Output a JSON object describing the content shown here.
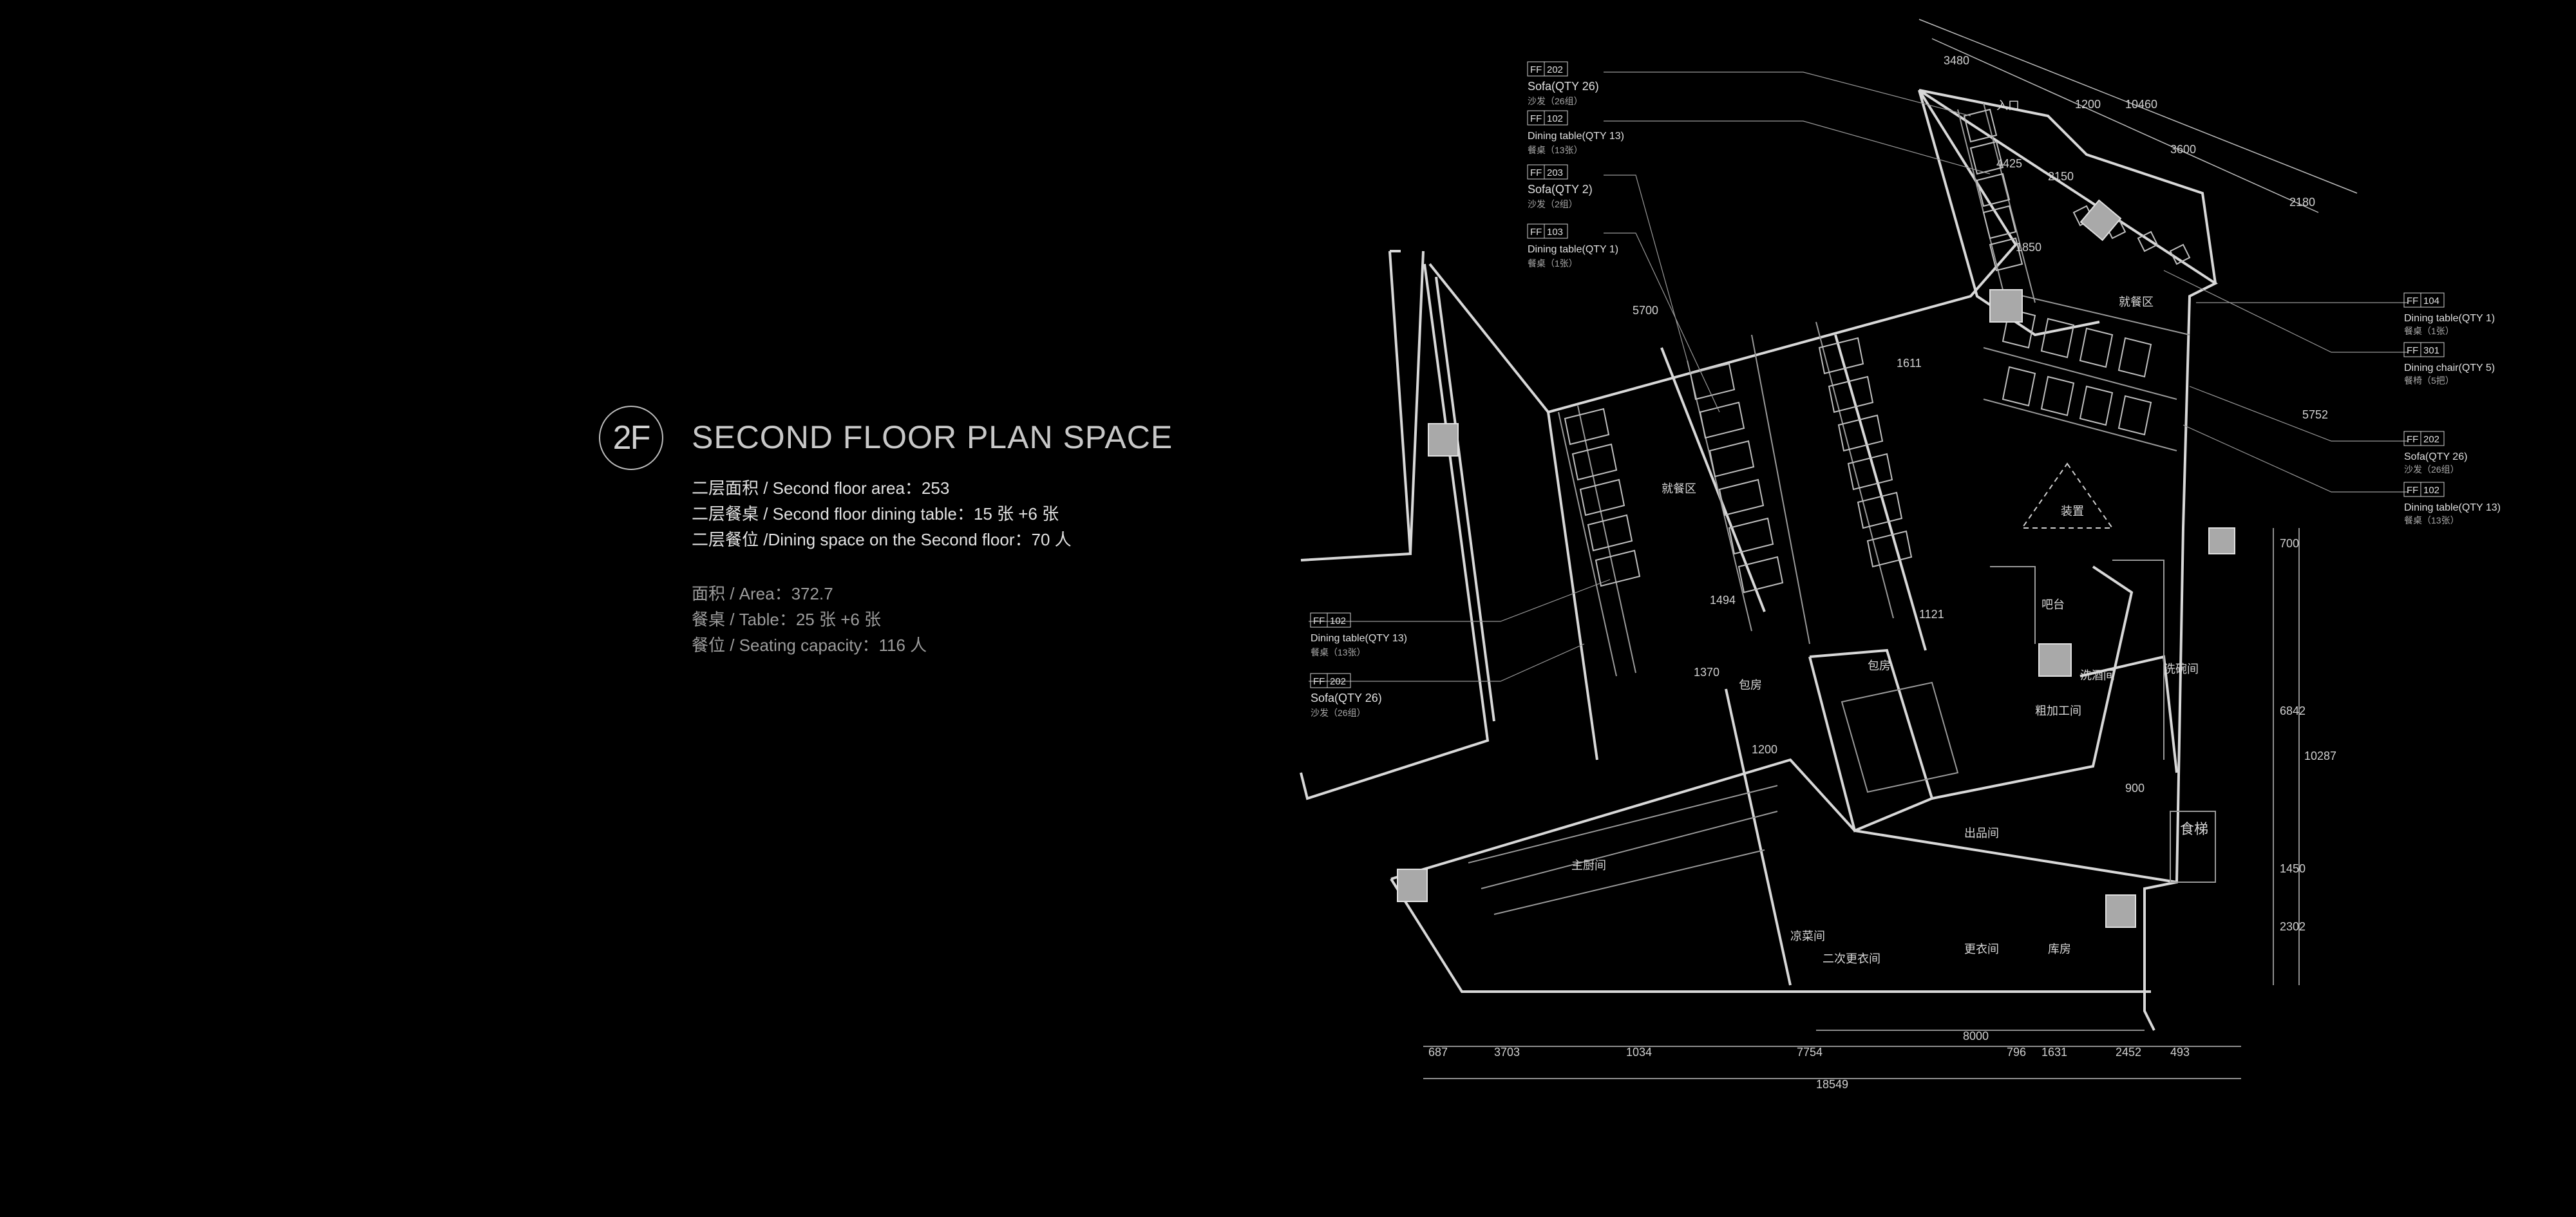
{
  "badge": "2F",
  "title": "SECOND FLOOR PLAN SPACE",
  "stats": [
    "二层面积 / Second floor area：253",
    "二层餐桌 / Second floor dining table：15 张 +6 张",
    "二层餐位 /Dining space on the Second floor：70 人"
  ],
  "totals": [
    "面积 / Area：372.7",
    "餐桌 / Table：25 张 +6 张",
    "餐位 / Seating capacity：116 人"
  ],
  "tags": [
    {
      "code": "FF",
      "num": "202",
      "en": "Sofa(QTY 26)",
      "cn": "沙发（26组）"
    },
    {
      "code": "FF",
      "num": "102",
      "en": "Dining table(QTY 13)",
      "cn": "餐桌（13张）"
    },
    {
      "code": "FF",
      "num": "203",
      "en": "Sofa(QTY 2)",
      "cn": "沙发（2组）"
    },
    {
      "code": "FF",
      "num": "103",
      "en": "Dining table(QTY 1)",
      "cn": "餐桌（1张）"
    },
    {
      "code": "FF",
      "num": "104",
      "en": "Dining table(QTY 1)",
      "cn": "餐桌（1张）"
    },
    {
      "code": "FF",
      "num": "301",
      "en": "Dining chair(QTY 5)",
      "cn": "餐椅（5把）"
    },
    {
      "code": "FF",
      "num": "202",
      "en": "Sofa(QTY 26)",
      "cn": "沙发（26组）"
    },
    {
      "code": "FF",
      "num": "102",
      "en": "Dining table(QTY 13)",
      "cn": "餐桌（13张）"
    },
    {
      "code": "FF",
      "num": "102",
      "en": "Dining table(QTY 13)",
      "cn": "餐桌（13张）"
    },
    {
      "code": "FF",
      "num": "202",
      "en": "Sofa(QTY 26)",
      "cn": "沙发（26组）"
    }
  ],
  "dims_bottom": [
    "687",
    "3703",
    "1034",
    "7754",
    "796",
    "1631",
    "2452",
    "493"
  ],
  "dim_total": "18549",
  "dim_8000": "8000",
  "dims_top": [
    "3480",
    "1200",
    "10460",
    "3600",
    "2180"
  ],
  "dims_right": [
    "700",
    "6842",
    "10287",
    "900",
    "1450",
    "2302"
  ],
  "dims_inner": [
    "4425",
    "2150",
    "5700",
    "1850",
    "1611",
    "1494",
    "1370",
    "1200",
    "1121",
    "5752"
  ],
  "rooms": {
    "entrance": "入口",
    "dining_a": "就餐区",
    "dining_b": "就餐区",
    "deco": "装置",
    "private_a": "包房",
    "private_b": "包房",
    "main_kitchen": "主厨间",
    "coffee": "洗碗间",
    "prep": "粗加工间",
    "pass": "出品间",
    "cold": "凉菜间",
    "changing": "二次更衣间",
    "locker": "更衣间",
    "storage": "库房",
    "wash": "洗酒间",
    "elevator": "食梯",
    "bar": "吧台"
  }
}
